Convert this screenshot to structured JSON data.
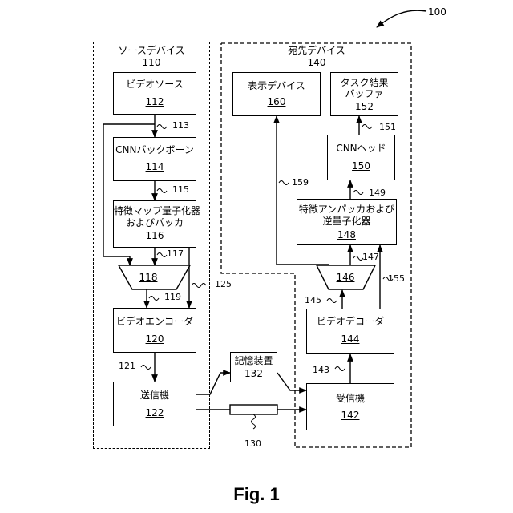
{
  "figure_ref": "100",
  "caption": "Fig. 1",
  "source_device": {
    "title": "ソースデバイス",
    "num": "110"
  },
  "dest_device": {
    "title": "宛先デバイス",
    "num": "140"
  },
  "blocks": {
    "video_source": {
      "label": "ビデオソース",
      "num": "112"
    },
    "cnn_backbone": {
      "label": "CNNバックボーン",
      "num": "114"
    },
    "quantizer_packer": {
      "line1": "特徴マップ量子化器",
      "line2": "およびパッカ",
      "num": "116"
    },
    "mux_118": {
      "num": "118"
    },
    "video_encoder": {
      "label": "ビデオエンコーダ",
      "num": "120"
    },
    "transmitter": {
      "label": "送信機",
      "num": "122"
    },
    "storage": {
      "label": "記憶装置",
      "num": "132"
    },
    "receiver": {
      "label": "受信機",
      "num": "142"
    },
    "video_decoder": {
      "label": "ビデオデコーダ",
      "num": "144"
    },
    "demux_146": {
      "num": "146"
    },
    "unpacker_dequantizer": {
      "line1": "特徴アンパッカおよび",
      "line2": "逆量子化器",
      "num": "148"
    },
    "cnn_head": {
      "label": "CNNヘッド",
      "num": "150"
    },
    "display_device": {
      "label": "表示デバイス",
      "num": "160"
    },
    "task_buffer": {
      "line1": "タスク結果",
      "line2": "バッファ",
      "num": "152"
    }
  },
  "refs": {
    "r113": "113",
    "r115": "115",
    "r117": "117",
    "r119": "119",
    "r121": "121",
    "r125": "125",
    "r130": "130",
    "r143": "143",
    "r145": "145",
    "r147": "147",
    "r149": "149",
    "r151": "151",
    "r155": "155",
    "r159": "159"
  }
}
